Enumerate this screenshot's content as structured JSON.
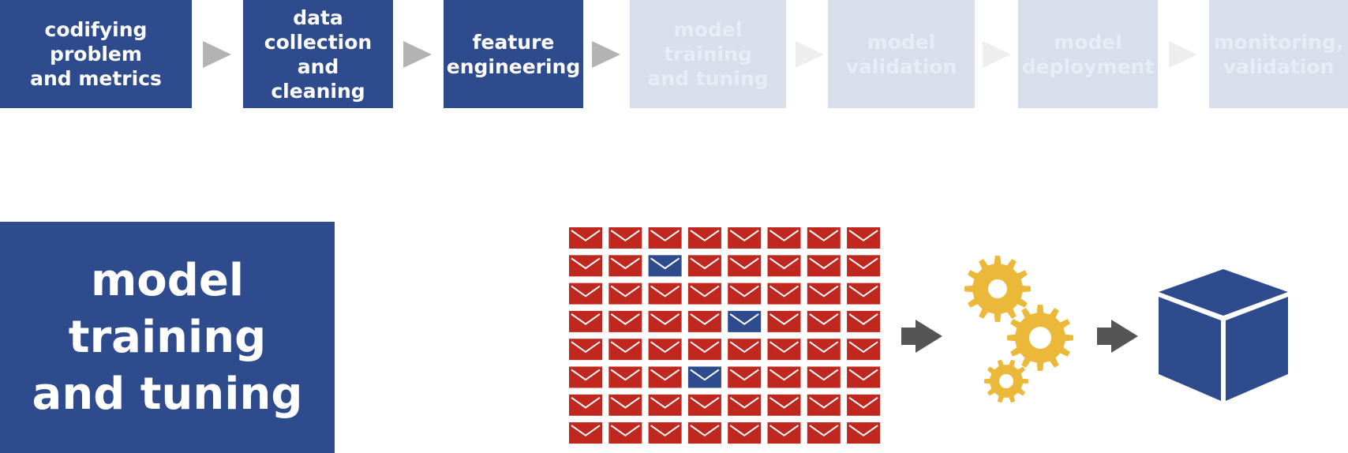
{
  "pipeline": {
    "steps": [
      {
        "label": "codifying\nproblem\nand metrics",
        "active": true
      },
      {
        "label": "data\ncollection\nand cleaning",
        "active": true
      },
      {
        "label": "feature\nengineering",
        "active": true
      },
      {
        "label": "model\ntraining\nand tuning",
        "active": false
      },
      {
        "label": "model\nvalidation",
        "active": false
      },
      {
        "label": "model\ndeployment",
        "active": false
      },
      {
        "label": "monitoring,\nvalidation",
        "active": false
      }
    ]
  },
  "stage_title": "model\ntraining\nand tuning",
  "illustration": {
    "envelope_grid": {
      "rows": 8,
      "cols": 8,
      "highlighted": [
        [
          1,
          2
        ],
        [
          3,
          4
        ],
        [
          5,
          3
        ]
      ]
    },
    "icons": [
      "envelope-icon",
      "arrow-right-icon",
      "gears-icon",
      "cube-icon"
    ]
  },
  "colors": {
    "primary": "#2e4b8e",
    "primary_dim": "#d8deeb",
    "envelope_red": "#c0271f",
    "envelope_blue": "#2e4b8e",
    "gear_yellow": "#ebb83a",
    "arrow_gray": "#b3b3b3",
    "arrow_dark": "#555555"
  }
}
